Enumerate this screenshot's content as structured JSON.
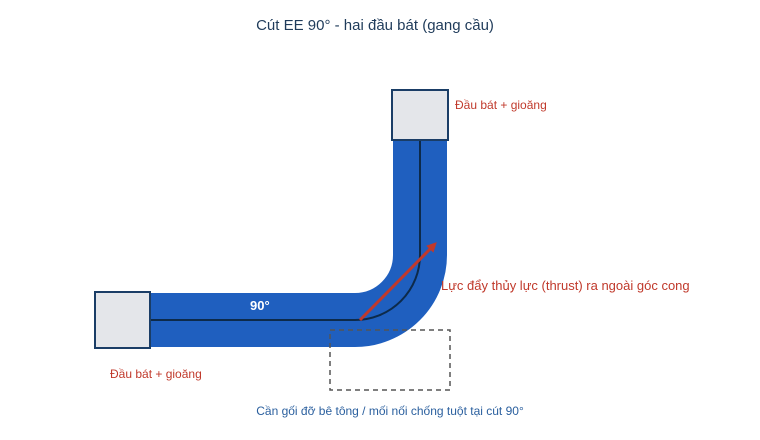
{
  "title": "Cút EE 90° - hai đầu bát (gang cầu)",
  "labels": {
    "socket_top": "Đầu bát + gioăng",
    "socket_left": "Đầu bát + gioăng",
    "angle": "90°",
    "thrust": "Lực đẩy thủy lực (thrust) ra ngoài góc cong",
    "support_note": "Cần gối đỡ bê tông / mối nối chống tuột tại cút 90°"
  },
  "colors": {
    "pipe": "#1f5fbf",
    "pipe_outline": "#17488f",
    "centerline": "#0d2a4a",
    "socket_fill": "#e4e6ea",
    "socket_stroke": "#1a3d66",
    "thrust_arrow": "#c0392b",
    "support_box": "#555555"
  }
}
